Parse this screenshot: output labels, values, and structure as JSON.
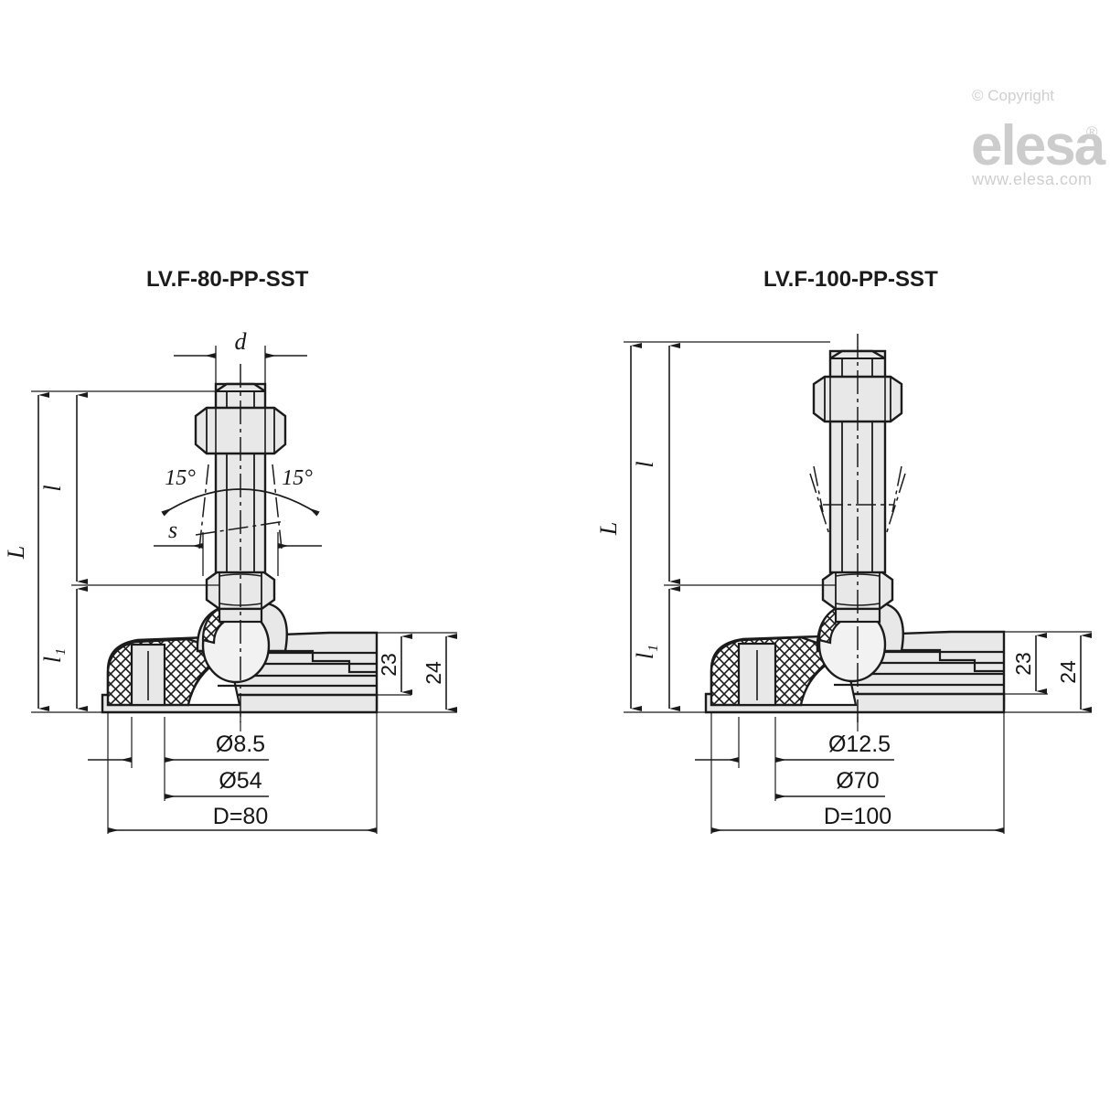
{
  "page": {
    "background": "#ffffff",
    "line_color": "#1b1b1b",
    "fill_color": "#e8e8e8",
    "dim_color": "#555555"
  },
  "watermark": {
    "copyright": "© Copyright",
    "brand": "elesa",
    "registered": "®",
    "url": "www.elesa.com",
    "color": "#cccccc"
  },
  "drawings": [
    {
      "id": "left",
      "title": "LV.F-80-PP-SST",
      "labels": {
        "d": "d",
        "s": "s",
        "L": "L",
        "l": "l",
        "l1": "l₁",
        "angle_left": "15°",
        "angle_right": "15°",
        "h_23": "23",
        "h_24": "24",
        "bore": "Ø8.5",
        "inner_dia": "Ø54",
        "outer_dia": "D=80"
      }
    },
    {
      "id": "right",
      "title": "LV.F-100-PP-SST",
      "labels": {
        "L": "L",
        "l": "l",
        "l1": "l₁",
        "h_23": "23",
        "h_24": "24",
        "bore": "Ø12.5",
        "inner_dia": "Ø70",
        "outer_dia": "D=100"
      }
    }
  ]
}
